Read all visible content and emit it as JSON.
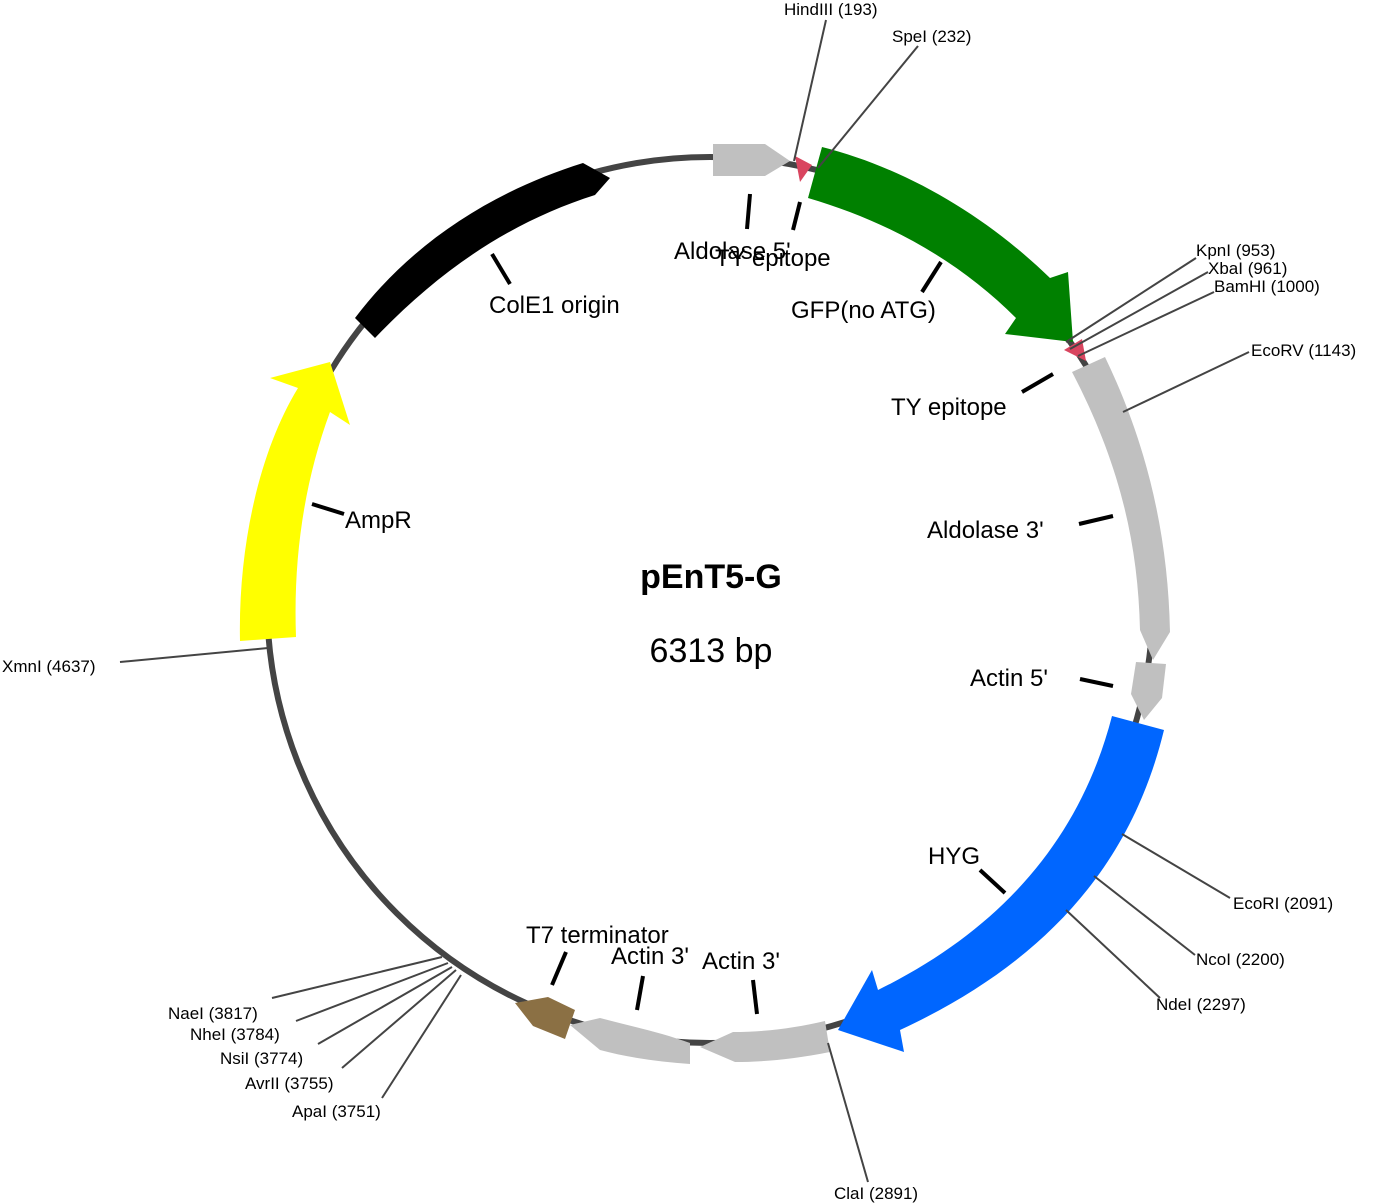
{
  "plasmid": {
    "name": "pEnT5-G",
    "length_label": "6313 bp",
    "length_bp": 6313
  },
  "colors": {
    "backbone": "#444444",
    "GFP": "#008000",
    "AmpR": "#ffff00",
    "HYG": "#0066ff",
    "ColE1": "#000000",
    "grey_feature": "#c0c0c0",
    "TY_epitope": "#d9455f",
    "T7_terminator": "#8b7044"
  },
  "features": [
    {
      "name": "GFP(no ATG)",
      "label": "GFP(no ATG)",
      "color": "#008000"
    },
    {
      "name": "Aldolase 5'",
      "label": "Aldolase 5'",
      "color": "#c0c0c0"
    },
    {
      "name": "TY epitope (1)",
      "label": "TY epitope",
      "color": "#d9455f"
    },
    {
      "name": "TY epitope (2)",
      "label": "TY epitope",
      "color": "#d9455f"
    },
    {
      "name": "Aldolase 3'",
      "label": "Aldolase 3'",
      "color": "#c0c0c0"
    },
    {
      "name": "Actin 5'",
      "label": "Actin 5'",
      "color": "#c0c0c0"
    },
    {
      "name": "HYG",
      "label": "HYG",
      "color": "#0066ff"
    },
    {
      "name": "Actin 3' (1)",
      "label": "Actin 3'",
      "color": "#c0c0c0"
    },
    {
      "name": "Actin 3' (2)",
      "label": "Actin 3'",
      "color": "#c0c0c0"
    },
    {
      "name": "T7 terminator",
      "label": "T7 terminator",
      "color": "#8b7044"
    },
    {
      "name": "AmpR",
      "label": "AmpR",
      "color": "#ffff00"
    },
    {
      "name": "ColE1 origin",
      "label": "ColE1 origin",
      "color": "#000000"
    }
  ],
  "sites": [
    {
      "label": "HindIII (193)"
    },
    {
      "label": "SpeI (232)"
    },
    {
      "label": "KpnI (953)"
    },
    {
      "label": "XbaI (961)"
    },
    {
      "label": "BamHI (1000)"
    },
    {
      "label": "EcoRV (1143)"
    },
    {
      "label": "EcoRI (2091)"
    },
    {
      "label": "NcoI (2200)"
    },
    {
      "label": "NdeI (2297)"
    },
    {
      "label": "ClaI (2891)"
    },
    {
      "label": "ApaI (3751)"
    },
    {
      "label": "AvrII (3755)"
    },
    {
      "label": "NsiI (3774)"
    },
    {
      "label": "NheI (3784)"
    },
    {
      "label": "NaeI (3817)"
    },
    {
      "label": "XmnI (4637)"
    }
  ]
}
